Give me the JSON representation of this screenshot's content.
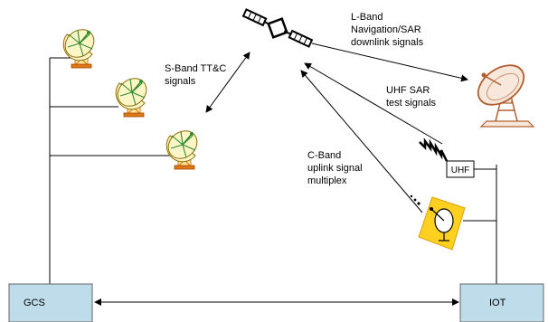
{
  "labels": {
    "l_band": [
      "L-Band",
      "Navigation/SAR",
      "downlink signals"
    ],
    "s_band": [
      "S-Band TT&C",
      "signals"
    ],
    "uhf_sar": [
      "UHF SAR",
      "test signals"
    ],
    "c_band": [
      "C-Band",
      "uplink signal",
      "multiplex"
    ],
    "uhf_box": "UHF",
    "gcs": "GCS",
    "iot": "IOT"
  },
  "icons": {
    "satellite": "satellite-icon",
    "tracking_antenna": "satellite-dish-icon",
    "iot_antenna": "satellite-dish-icon",
    "uplink_antenna": "satellite-dish-icon",
    "uhf_transmitter": "lightning-bolt-icon"
  },
  "colors": {
    "box_fill": "#BFDCEA",
    "box_stroke": "#666666",
    "line": "#000000",
    "dish_fill": "#FFF6C8",
    "dish_stroke": "#8A6A00",
    "dish_green": "#2E8B2E",
    "tower_orange": "#E07818",
    "iot_dish_fill": "#F8E8DC",
    "iot_dish_stroke": "#B06030",
    "uplink_fill": "#FFD020"
  }
}
